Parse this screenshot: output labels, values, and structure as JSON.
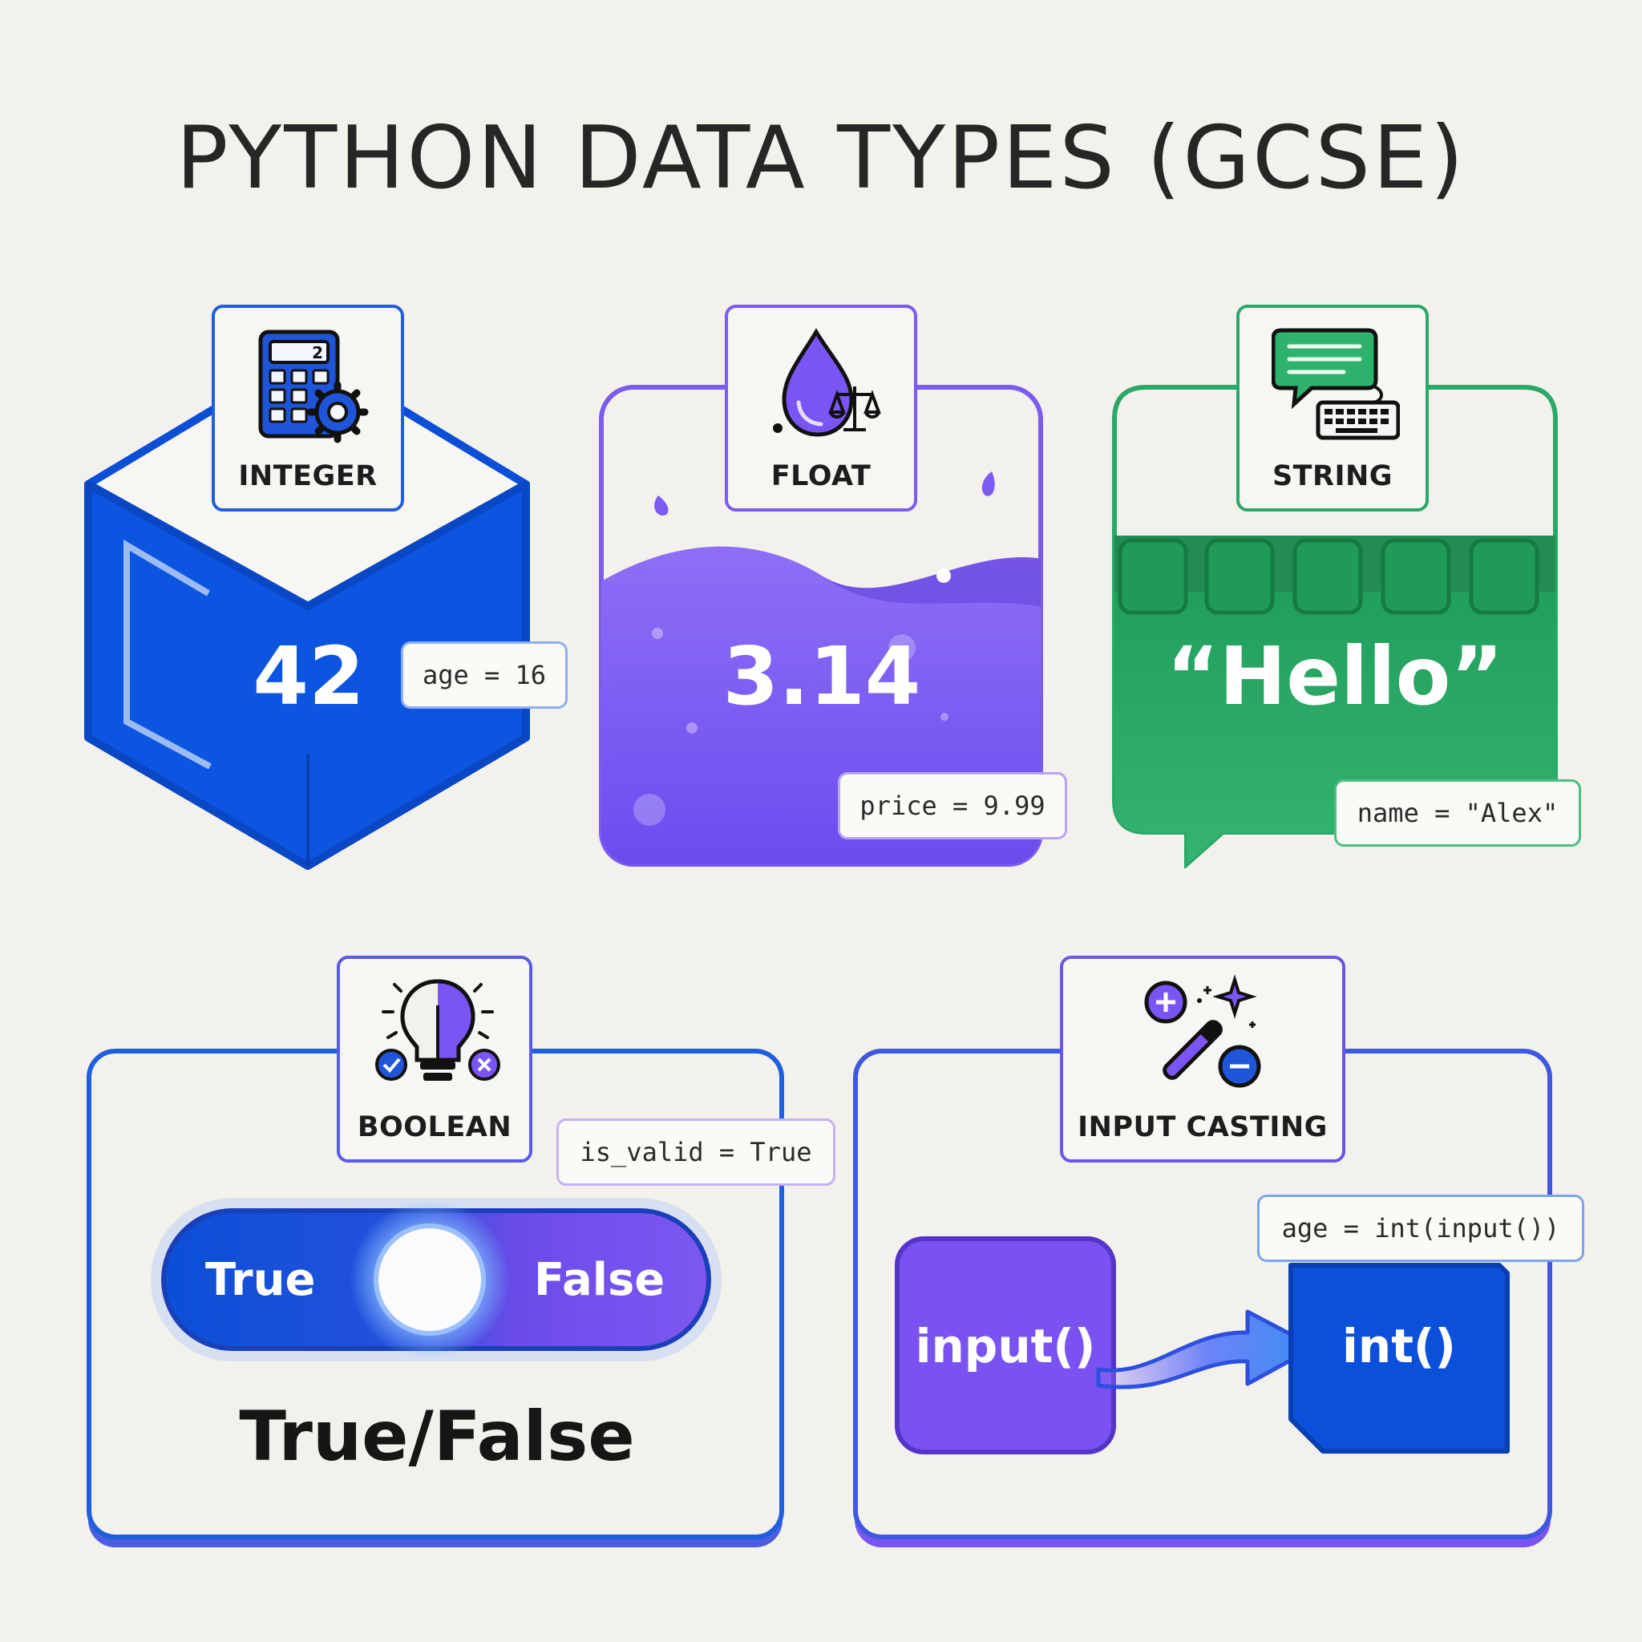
{
  "title": "PYTHON DATA TYPES (GCSE)",
  "colors": {
    "blue": "#0b4fd6",
    "purple": "#7a55f1",
    "green": "#2aa868",
    "background": "#f3f1ec"
  },
  "integer": {
    "label": "INTEGER",
    "value": "42",
    "example": "age = 16",
    "icon": "calculator-gear-icon",
    "display_digit": "2"
  },
  "float": {
    "label": "FLOAT",
    "value": "3.14",
    "example": "price = 9.99",
    "icon": "water-drop-scales-icon"
  },
  "string": {
    "label": "STRING",
    "value": "“Hello”",
    "example": "name = \"Alex\"",
    "icon": "chat-keyboard-icon"
  },
  "boolean": {
    "label": "BOOLEAN",
    "example": "is_valid = True",
    "toggle_true": "True",
    "toggle_false": "False",
    "caption": "True/False",
    "icon": "lightbulb-check-cross-icon"
  },
  "casting": {
    "label": "INPUT CASTING",
    "example": "age = int(input())",
    "from_label": "input()",
    "to_label": "int()",
    "icon": "magic-wand-plus-minus-icon"
  }
}
